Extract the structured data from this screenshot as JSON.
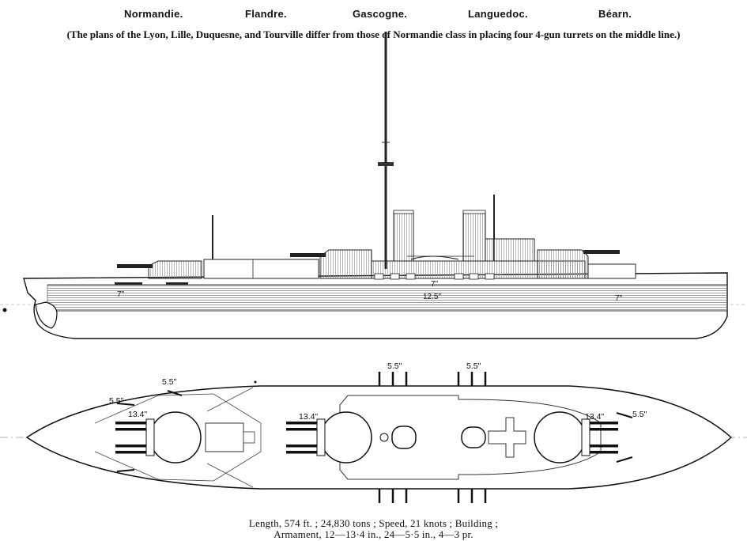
{
  "header": {
    "ship_names": [
      "Normandie.",
      "Flandre.",
      "Gascogne.",
      "Languedoc.",
      "Béarn."
    ],
    "note": "(The plans of the Lyon, Lille, Duquesne, and Tourville differ from those of Normandie class in placing four 4-gun turrets on the middle line.)"
  },
  "profile": {
    "armor_labels": [
      "7\"",
      "7\"",
      "12.5\"",
      "7\""
    ]
  },
  "plan": {
    "gun_labels": [
      "5.5\"",
      "5.5\"",
      "13.4\"",
      "13.4\"",
      "5.5\"",
      "5.5\"",
      "13.4\"",
      "5.5\""
    ]
  },
  "caption": {
    "line1": "Length, 574 ft. ; 24,830 tons ; Speed, 21 knots ; Building ;",
    "line2": "Armament, 12—13·4 in., 24—5·5 in., 4—3 pr."
  }
}
